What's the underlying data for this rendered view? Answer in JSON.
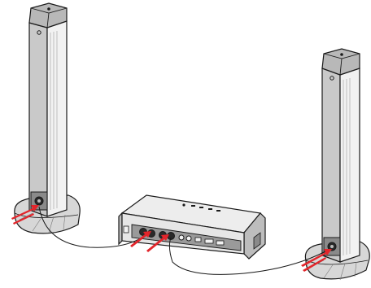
{
  "diagram": {
    "components": [
      {
        "id": "left-speaker",
        "kind": "tower-speaker",
        "side": "left"
      },
      {
        "id": "right-speaker",
        "kind": "tower-speaker",
        "side": "right"
      },
      {
        "id": "receiver",
        "kind": "audio-receiver"
      }
    ],
    "connections": [
      {
        "from": "left-speaker",
        "to": "receiver"
      },
      {
        "from": "right-speaker",
        "to": "receiver"
      }
    ],
    "colors": {
      "line": "#1a1a1a",
      "speaker_face": "#f2f2f2",
      "speaker_shade": "#c9c9c9",
      "speaker_dark": "#8a8a8a",
      "receiver_body": "#e6e6e6",
      "receiver_panel": "#9a9a9a",
      "arrow": "#e2252b"
    }
  }
}
